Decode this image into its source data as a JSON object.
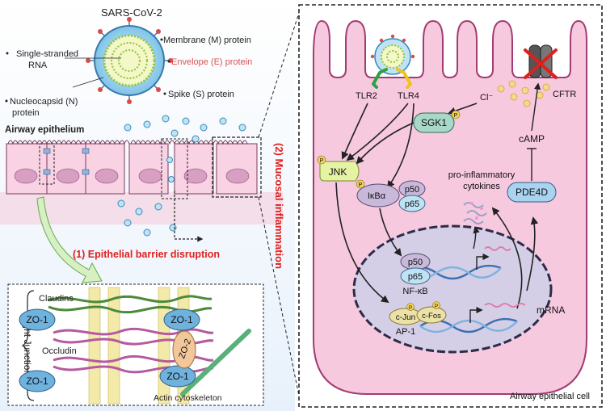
{
  "virus": {
    "title": "SARS-CoV-2",
    "labels": {
      "membrane": "Membrane (M) protein",
      "envelope": "Envelope (E) protein",
      "rna_line1": "Single-stranded",
      "rna_line2": "RNA",
      "nucleocapsid_line1": "Nucleocapsid (N)",
      "nucleocapsid_line2": "protein",
      "spike": "Spike (S) protein"
    }
  },
  "epithelium": {
    "title": "Airway epithelium",
    "barrier_label": "(1) Epithelial barrier disruption"
  },
  "tight_junction": {
    "title": "Tight Junction",
    "claudins": "Claudins",
    "occludin": "Occludin",
    "zo1": "ZO-1",
    "zo2": "ZO-2",
    "actin": "Actin cytoskeleton"
  },
  "inflammation_label": "(2) Mucosal inflammation",
  "cell": {
    "label": "Airway epithelial cell",
    "tlr2": "TLR2",
    "tlr4": "TLR4",
    "cl_ion": "Cl⁻",
    "cftr": "CFTR",
    "sgk1": "SGK1",
    "camp": "cAMP",
    "jnk": "JNK",
    "ikba": "IκBα",
    "p50": "p50",
    "p65": "p65",
    "cytokines_line1": "pro-inflammatory",
    "cytokines_line2": "cytokines",
    "pde4d": "PDE4D",
    "nfkb": "NF-κB",
    "cjun": "c-Jun",
    "cfos": "c-Fos",
    "ap1": "AP-1",
    "mrna": "mRNA",
    "p_marker": "P"
  },
  "colors": {
    "title_red": "#e0201e",
    "envelope_text": "#d9534f",
    "cell_fill": "#f7c9df",
    "cell_stroke": "#a23b72",
    "nucleus_fill": "#d4cfe6",
    "zo1_fill": "#6fb2de",
    "zo2_fill": "#f2c79a",
    "jnk_fill": "#e6f3a5",
    "sgk1_fill": "#a8d8c8",
    "claudin": "#4b8a3a",
    "occludin": "#b45aa0"
  }
}
